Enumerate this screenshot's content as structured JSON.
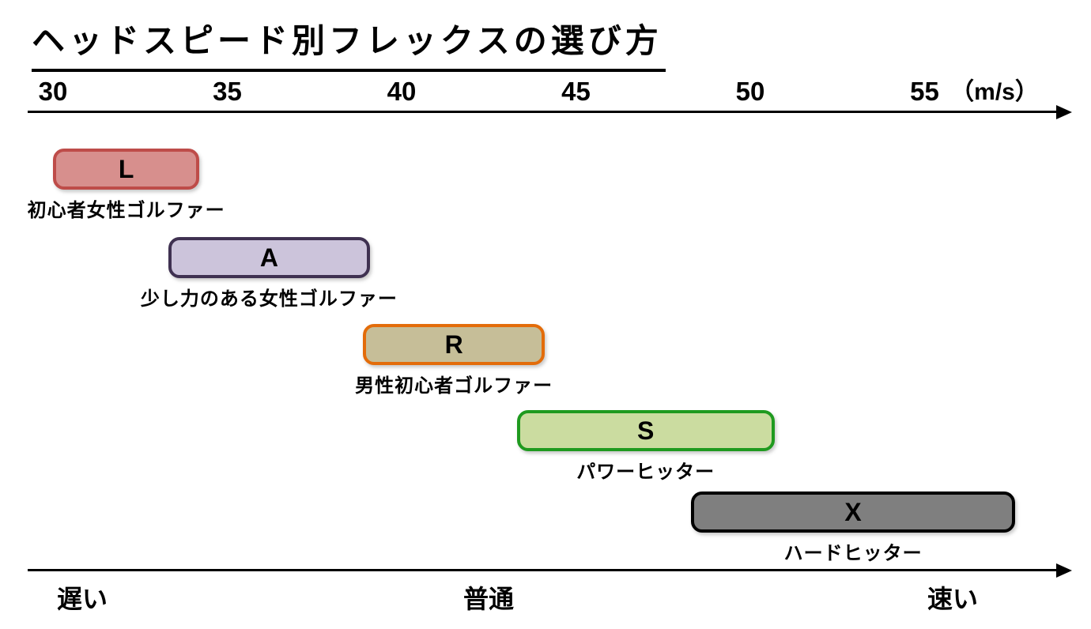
{
  "title": "ヘッドスピード別フレックスの選び方",
  "chart_data": {
    "type": "bar",
    "subtype": "horizontal-range-bars",
    "title": "ヘッドスピード別フレックスの選び方",
    "x_axis": {
      "ticks": [
        30,
        35,
        40,
        45,
        50,
        55
      ],
      "unit": "（m/s）",
      "range": [
        29.3,
        58.8
      ],
      "grid": false
    },
    "bars": [
      {
        "flex": "L",
        "golfer": "初心者女性ゴルファー",
        "speed_range": [
          30.0,
          34.2
        ],
        "fill": "#D78F8D",
        "border": "#BE4C49"
      },
      {
        "flex": "A",
        "golfer": "少し力のある女性ゴルファー",
        "speed_range": [
          33.3,
          39.1
        ],
        "fill": "#CCC4DB",
        "border": "#3F3151"
      },
      {
        "flex": "R",
        "golfer": "男性初心者ゴルファー",
        "speed_range": [
          38.9,
          44.1
        ],
        "fill": "#C6BE98",
        "border": "#E36C0A"
      },
      {
        "flex": "S",
        "golfer": "パワーヒッター",
        "speed_range": [
          43.3,
          50.7
        ],
        "fill": "#CBDCA0",
        "border": "#1F9A1F"
      },
      {
        "flex": "X",
        "golfer": "ハードヒッター",
        "speed_range": [
          48.3,
          57.6
        ],
        "fill": "#7F7F7F",
        "border": "#000000"
      }
    ],
    "bottom_axis_labels": {
      "slow": "遅い",
      "normal": "普通",
      "fast": "速い"
    }
  }
}
